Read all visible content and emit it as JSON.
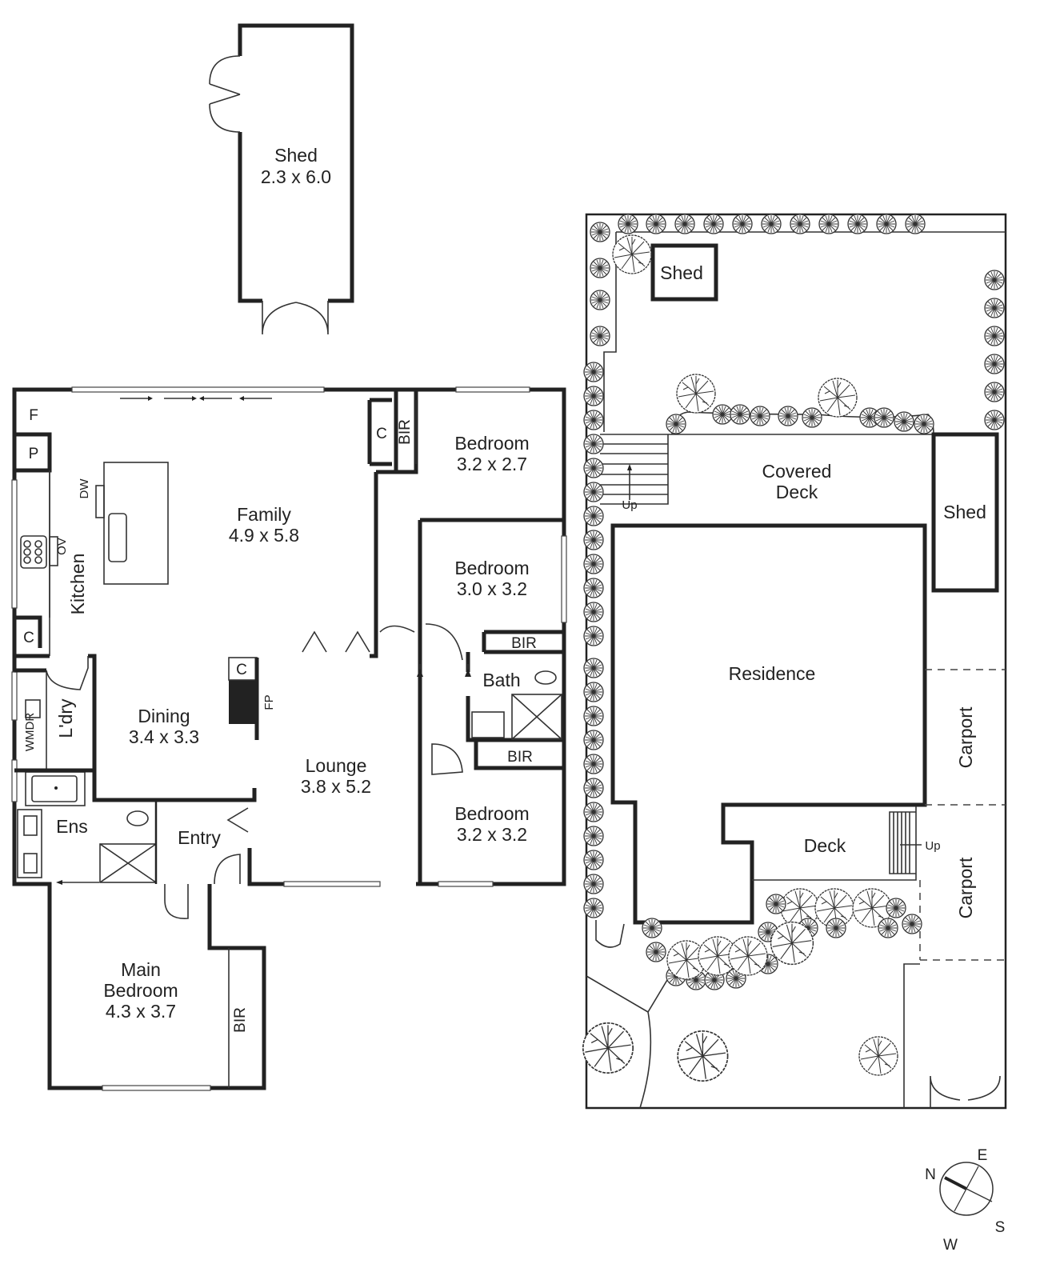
{
  "floor_plan": {
    "outbuilding": {
      "name": "Shed",
      "dims": "2.3 x 6.0"
    },
    "rooms": [
      {
        "name": "Family",
        "dims": "4.9 x 5.8"
      },
      {
        "name": "Kitchen",
        "dims": ""
      },
      {
        "name": "Dining",
        "dims": "3.4 x 3.3"
      },
      {
        "name": "Lounge",
        "dims": "3.8 x 5.2"
      },
      {
        "name": "Entry",
        "dims": ""
      },
      {
        "name": "Ens",
        "dims": ""
      },
      {
        "name": "L'dry",
        "dims": ""
      },
      {
        "name": "Bedroom",
        "dims": "3.2 x 2.7"
      },
      {
        "name": "Bedroom",
        "dims": "3.0 x 3.2"
      },
      {
        "name": "Bath",
        "dims": ""
      },
      {
        "name": "Bedroom",
        "dims": "3.2 x 3.2"
      },
      {
        "name": "Main Bedroom",
        "line1": "Main",
        "line2": "Bedroom",
        "dims": "4.3 x 3.7"
      }
    ],
    "fixtures": {
      "fridge": "F",
      "pantry": "P",
      "dishwasher": "DW",
      "oven": "OV",
      "cupboard": "C",
      "fireplace": "FP",
      "washer_dryer": "WMDR",
      "built_in_robe": "BIR"
    }
  },
  "site_plan": {
    "labels": {
      "shed_rear": "Shed",
      "shed_side": "Shed",
      "covered_deck_1": "Covered",
      "covered_deck_2": "Deck",
      "residence": "Residence",
      "deck": "Deck",
      "carport_1": "Carport",
      "carport_2": "Carport",
      "stairs_up_1": "Up",
      "stairs_up_2": "Up"
    }
  },
  "compass": {
    "n": "N",
    "e": "E",
    "s": "S",
    "w": "W"
  }
}
